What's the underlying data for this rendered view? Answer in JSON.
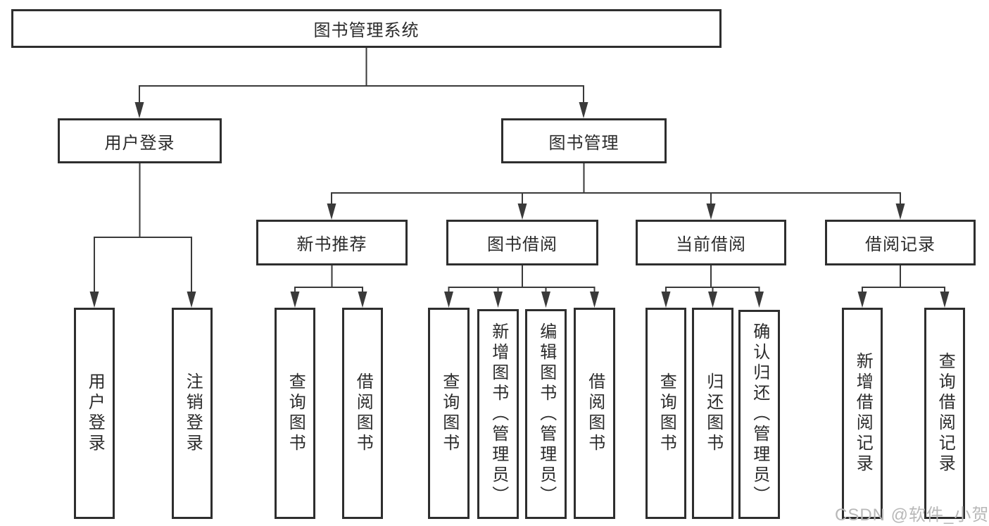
{
  "colors": {
    "line": "#3a3a3a",
    "box_border": "#2e2e2e",
    "text": "#2b2b2b",
    "watermark": "#b8b8b8"
  },
  "tree": {
    "label": "图书管理系统",
    "children": [
      {
        "label": "用户登录",
        "children": [
          {
            "label": "用户登录"
          },
          {
            "label": "注销登录"
          }
        ]
      },
      {
        "label": "图书管理",
        "children": [
          {
            "label": "新书推荐",
            "children": [
              {
                "label": "查询图书"
              },
              {
                "label": "借阅图书"
              }
            ]
          },
          {
            "label": "图书借阅",
            "children": [
              {
                "label": "查询图书"
              },
              {
                "label": "新增图书（管理员）"
              },
              {
                "label": "编辑图书（管理员）"
              },
              {
                "label": "借阅图书"
              }
            ]
          },
          {
            "label": "当前借阅",
            "children": [
              {
                "label": "查询图书"
              },
              {
                "label": "归还图书"
              },
              {
                "label": "确认归还（管理员）"
              }
            ]
          },
          {
            "label": "借阅记录",
            "children": [
              {
                "label": "新增借阅记录"
              },
              {
                "label": "查询借阅记录"
              }
            ]
          }
        ]
      }
    ]
  },
  "watermark": {
    "text": "CSDN @软件_小贺同学"
  }
}
